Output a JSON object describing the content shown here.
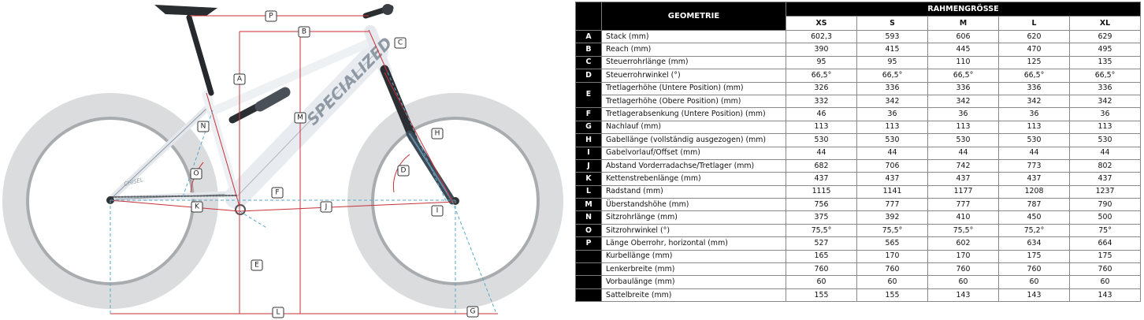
{
  "diagram": {
    "brand": "SPECIALIZED",
    "model": "CHISEL",
    "callouts": [
      "P",
      "B",
      "C",
      "A",
      "M",
      "N",
      "H",
      "O",
      "D",
      "F",
      "K",
      "J",
      "I",
      "E",
      "L",
      "G"
    ]
  },
  "table": {
    "header_geo": "GEOMETRIE",
    "header_sizes": "RAHMENGRÖSSE",
    "sizes": [
      "XS",
      "S",
      "M",
      "L",
      "XL"
    ],
    "rows": [
      {
        "letter": "A",
        "label": "Stack (mm)",
        "values": [
          "602,3",
          "593",
          "606",
          "620",
          "629"
        ]
      },
      {
        "letter": "B",
        "label": "Reach (mm)",
        "values": [
          "390",
          "415",
          "445",
          "470",
          "495"
        ]
      },
      {
        "letter": "C",
        "label": "Steuerrohrlänge (mm)",
        "values": [
          "95",
          "95",
          "110",
          "125",
          "135"
        ]
      },
      {
        "letter": "D",
        "label": "Steuerrohrwinkel (°)",
        "values": [
          "66,5°",
          "66,5°",
          "66,5°",
          "66,5°",
          "66,5°"
        ]
      },
      {
        "letter": "E",
        "label": "Tretlagerhöhe (Untere Position) (mm)",
        "values": [
          "326",
          "336",
          "336",
          "336",
          "336"
        ]
      },
      {
        "letter": "",
        "label": "Tretlagerhöhe (Obere Position) (mm)",
        "values": [
          "332",
          "342",
          "342",
          "342",
          "342"
        ]
      },
      {
        "letter": "F",
        "label": "Tretlagerabsenkung (Untere Position) (mm)",
        "values": [
          "46",
          "36",
          "36",
          "36",
          "36"
        ]
      },
      {
        "letter": "G",
        "label": "Nachlauf (mm)",
        "values": [
          "113",
          "113",
          "113",
          "113",
          "113"
        ]
      },
      {
        "letter": "H",
        "label": "Gabellänge (vollständig ausgezogen) (mm)",
        "values": [
          "530",
          "530",
          "530",
          "530",
          "530"
        ]
      },
      {
        "letter": "I",
        "label": "Gabelvorlauf/Offset (mm)",
        "values": [
          "44",
          "44",
          "44",
          "44",
          "44"
        ]
      },
      {
        "letter": "J",
        "label": "Abstand Vorderradachse/Tretlager (mm)",
        "values": [
          "682",
          "706",
          "742",
          "773",
          "802"
        ]
      },
      {
        "letter": "K",
        "label": "Kettenstrebenlänge (mm)",
        "values": [
          "437",
          "437",
          "437",
          "437",
          "437"
        ]
      },
      {
        "letter": "L",
        "label": "Radstand (mm)",
        "values": [
          "1115",
          "1141",
          "1177",
          "1208",
          "1237"
        ]
      },
      {
        "letter": "M",
        "label": "Überstandshöhe (mm)",
        "values": [
          "756",
          "777",
          "777",
          "787",
          "790"
        ]
      },
      {
        "letter": "N",
        "label": "Sitzrohrlänge (mm)",
        "values": [
          "375",
          "392",
          "410",
          "450",
          "500"
        ]
      },
      {
        "letter": "O",
        "label": "Sitzrohrwinkel (°)",
        "values": [
          "75,5°",
          "75,5°",
          "75,5°",
          "75,2°",
          "75°"
        ]
      },
      {
        "letter": "P",
        "label": "Länge Oberrohr, horizontal (mm)",
        "values": [
          "527",
          "565",
          "602",
          "634",
          "664"
        ]
      },
      {
        "letter": "",
        "label": "Kurbellänge (mm)",
        "values": [
          "165",
          "170",
          "170",
          "175",
          "175"
        ]
      },
      {
        "letter": "",
        "label": "Lenkerbreite (mm)",
        "values": [
          "760",
          "760",
          "760",
          "760",
          "760"
        ]
      },
      {
        "letter": "",
        "label": "Vorbaulänge (mm)",
        "values": [
          "60",
          "60",
          "60",
          "60",
          "60"
        ]
      },
      {
        "letter": "",
        "label": "Sattelbreite (mm)",
        "values": [
          "155",
          "155",
          "143",
          "143",
          "143"
        ]
      }
    ]
  }
}
